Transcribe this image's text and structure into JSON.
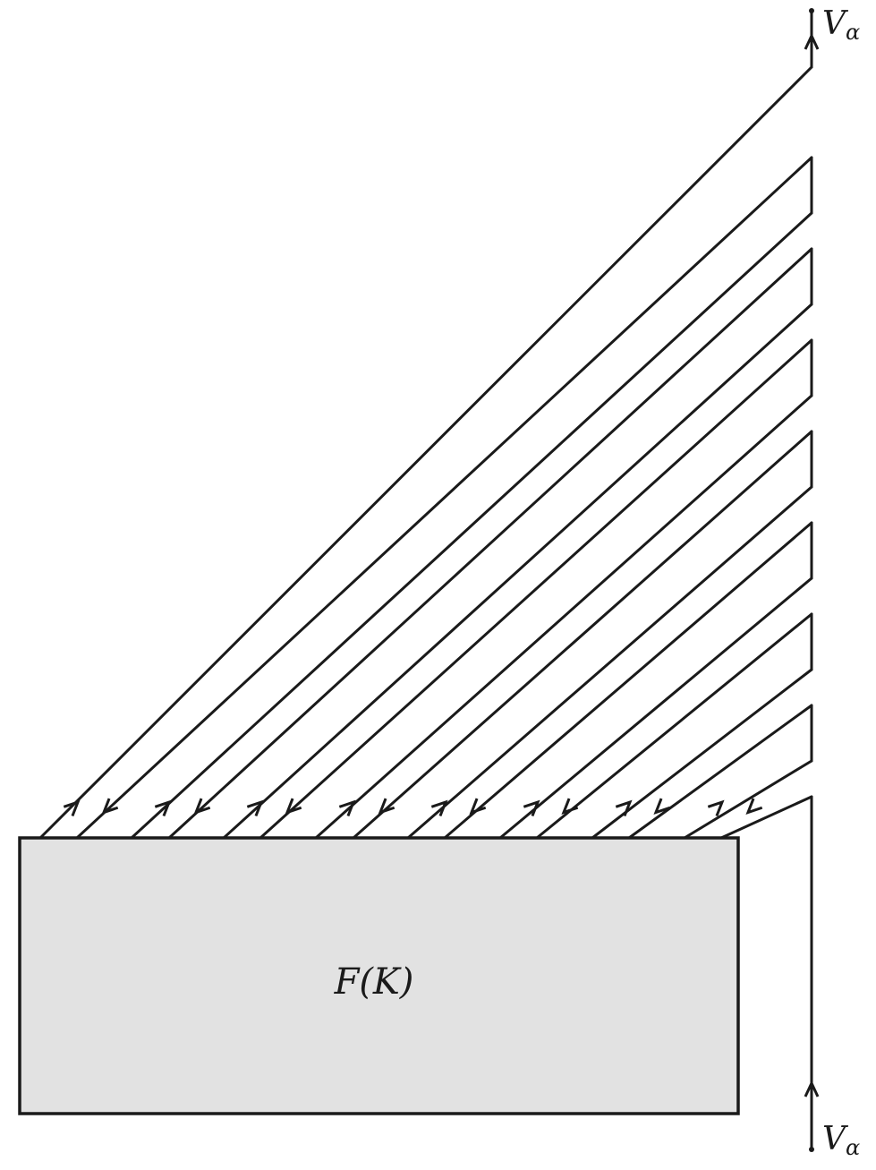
{
  "box_label": "F(K)",
  "top_label": {
    "main": "V",
    "sub": "α"
  },
  "bottom_label": {
    "main": "V",
    "sub": "α"
  },
  "colors": {
    "stroke": "#1a1a1a",
    "box_fill": "#e2e2e2",
    "background": "#ffffff"
  }
}
